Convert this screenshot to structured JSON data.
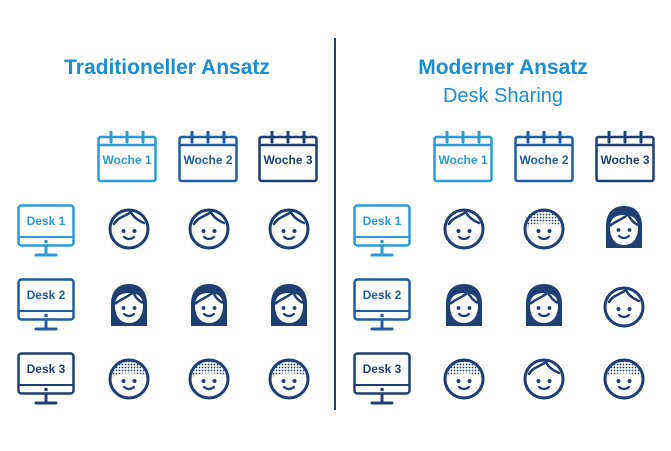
{
  "colors": {
    "light": "#2b9ad8",
    "mid": "#1f5ea0",
    "dark": "#1f3f73"
  },
  "left": {
    "title": "Traditioneller Ansatz",
    "weeks": [
      "Woche 1",
      "Woche 2",
      "Woche 3"
    ],
    "desks": [
      "Desk 1",
      "Desk 2",
      "Desk 3"
    ],
    "grid": [
      [
        "man",
        "man",
        "man"
      ],
      [
        "woman",
        "woman",
        "woman"
      ],
      [
        "dotted",
        "dotted",
        "dotted"
      ]
    ]
  },
  "right": {
    "title": "Moderner Ansatz",
    "subtitle": "Desk Sharing",
    "weeks": [
      "Woche 1",
      "Woche 2",
      "Woche 3"
    ],
    "desks": [
      "Desk 1",
      "Desk 2",
      "Desk 3"
    ],
    "grid": [
      [
        "man",
        "dotted",
        "woman"
      ],
      [
        "woman",
        "woman",
        "man"
      ],
      [
        "dotted",
        "man",
        "dotted"
      ]
    ]
  }
}
